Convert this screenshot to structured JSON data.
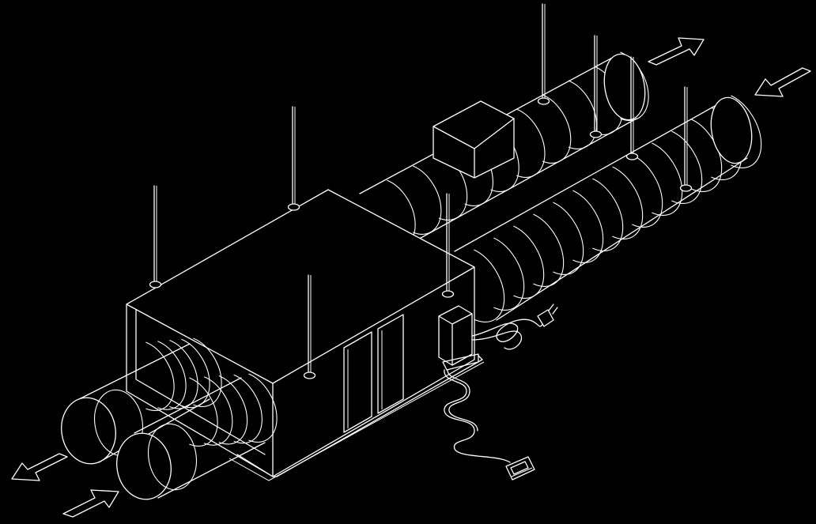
{
  "drawing": {
    "background_color": "#000000",
    "line_color": "#ffffff",
    "components": [
      "ventilation-unit-casing",
      "supply-duct-front",
      "exhaust-duct-front",
      "supply-duct-rear",
      "exhaust-duct-rear",
      "duct-fan-box",
      "hanger-rods",
      "control-box",
      "power-cord-with-plug",
      "wall-controller"
    ],
    "airflow_arrows": [
      {
        "position": "top-right-upper",
        "direction": "outward"
      },
      {
        "position": "top-right-lower",
        "direction": "inward"
      },
      {
        "position": "bottom-left-upper",
        "direction": "outward"
      },
      {
        "position": "bottom-left-lower",
        "direction": "inward"
      }
    ]
  }
}
